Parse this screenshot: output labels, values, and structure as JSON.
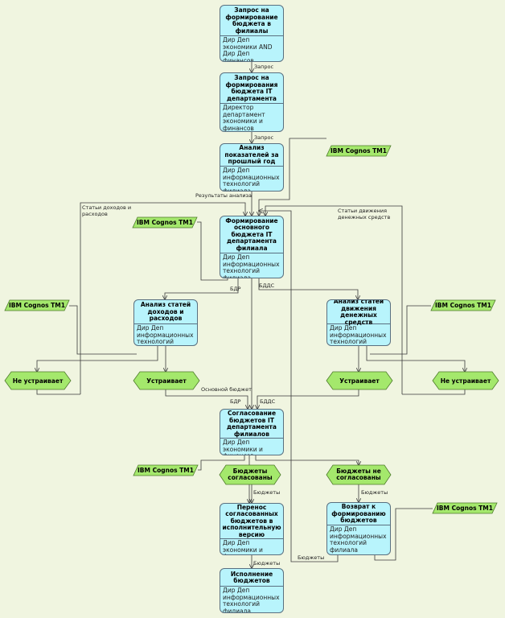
{
  "functions": {
    "f1": {
      "title": "Запрос на формирование бюджета в филиалы",
      "role": "Дир Деп экономики AND Дир Деп финансов"
    },
    "f2": {
      "title": "Запрос на формирования бюджета IT департамента",
      "role": "Директор департамент экономики и финансов филиала"
    },
    "f3": {
      "title": "Анализ показателей за прошлый год",
      "role": "Дир Деп информационных технологий филиала"
    },
    "f4": {
      "title": "Формирование основного бюджета IT департамента филиала",
      "role": "Дир Деп информационных технологий филиала"
    },
    "f5": {
      "title": "Анализ статей доходов и расходов",
      "role": "Дир Деп информационных технологий филиала"
    },
    "f6": {
      "title": "Анализ статей движения денежных средств",
      "role": "Дир Деп информационных технологий филиала"
    },
    "f7": {
      "title": "Согласование бюджетов IT департамента филиалов",
      "role": "Дир Деп экономики и финансов филиала"
    },
    "f8": {
      "title": "Перенос согласованных бюджетов в исполнительную версию",
      "role": "Дир Деп экономики и финансов филиала"
    },
    "f9": {
      "title": "Возврат к формированию бюджетов",
      "role": "Дир Деп информационных технологий филиала"
    },
    "f10": {
      "title": "Исполнение бюджетов",
      "role": "Дир Деп информационных технологий филиала"
    }
  },
  "system_label": "IBM Cognos TM1",
  "events": {
    "ev1": "Не устраивает",
    "ev2": "Устраивает",
    "ev3": "Устраивает",
    "ev4": "Не устраивает",
    "ev5": "Бюджеты согласованы",
    "ev6": "Бюджеты не согласованы"
  },
  "flow_labels": {
    "l1": "Запрос",
    "l2": "Запрос",
    "l3": "Результаты анализа",
    "l4": "Статьи доходов и расходов",
    "l5": "Статьи движения денежных средств",
    "l6": "БДР",
    "l7": "БДДС",
    "l8": "Основной бюджет",
    "l9": "БДР",
    "l10": "БДДС",
    "l11": "Бюджеты",
    "l12": "Бюджеты",
    "l13": "Бюджеты",
    "l14": "Бюджеты"
  },
  "colors": {
    "function": "#b8f4fc",
    "system": "#a4e86c",
    "event": "#a4e86c",
    "background": "#f0f5e0"
  }
}
